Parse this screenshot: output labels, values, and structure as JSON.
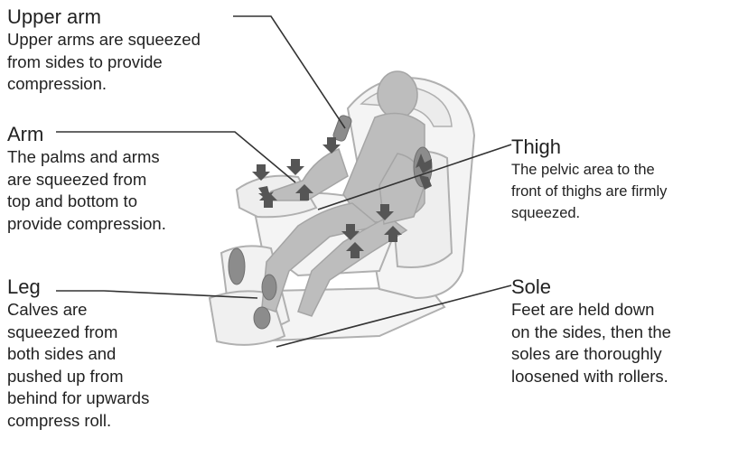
{
  "callouts": {
    "upper_arm": {
      "title": "Upper arm",
      "description": "Upper arms are squeezed\nfrom sides to provide\ncompression."
    },
    "arm": {
      "title": "Arm",
      "description": "The palms and arms\nare squeezed from\ntop and bottom to\nprovide compression."
    },
    "leg": {
      "title": "Leg",
      "description": "Calves are\nsqueezed from\nboth sides and\npushed up from\nbehind for upwards\ncompress roll."
    },
    "thigh": {
      "title": "Thigh",
      "description": "The pelvic area to the\nfront of thighs are firmly\nsqueezed."
    },
    "sole": {
      "title": "Sole",
      "description": "Feet are held down\non the sides, then the\nsoles are thoroughly\nloosened with rollers."
    }
  },
  "colors": {
    "text": "#222222",
    "leader_line": "#333333",
    "chair_outline": "#b0b0b0",
    "chair_fill": "#f4f4f4",
    "body_fill": "#bdbdbd",
    "airbag_fill": "#8c8c8c",
    "arrow_fill": "#555555"
  }
}
